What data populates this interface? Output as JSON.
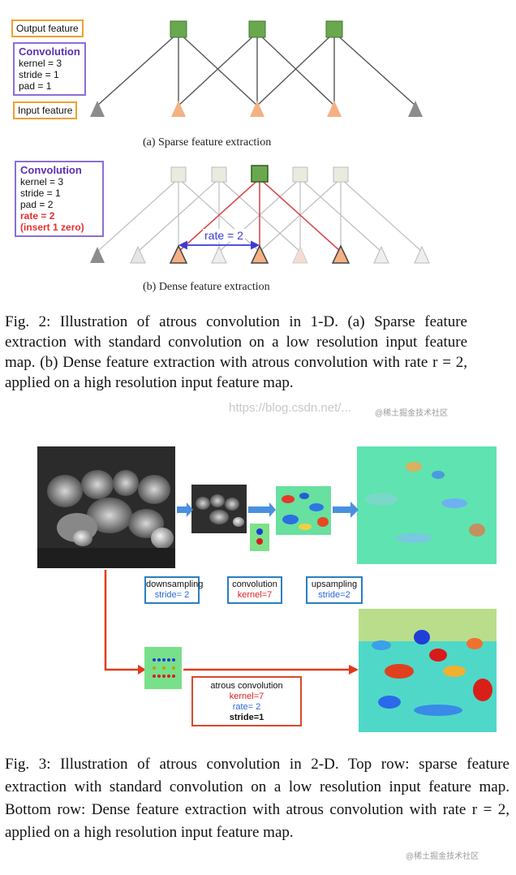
{
  "fig2": {
    "panel_a": {
      "output_label": "Output feature",
      "input_label": "Input feature",
      "conv_title": "Convolution",
      "conv_params": [
        "kernel = 3",
        "stride = 1",
        "pad = 1"
      ],
      "caption": "(a) Sparse feature extraction"
    },
    "panel_b": {
      "conv_title": "Convolution",
      "conv_params": [
        "kernel = 3",
        "stride = 1",
        "pad = 2"
      ],
      "rate_line": "rate = 2",
      "insert_line": "(insert 1 zero)",
      "rate_label": "rate = 2",
      "caption": "(b) Dense feature extraction"
    },
    "caption": "Fig. 2: Illustration of atrous convolution in 1-D. (a) Sparse feature extraction with standard convolution on a low resolution input feature map. (b) Dense feature extraction with atrous convolution with rate r = 2, applied on a high resolution input feature map.",
    "watermark_url": "https://blog.csdn.net/...",
    "watermark_tag": "@稀土掘金技术社区"
  },
  "fig3": {
    "downsampling": {
      "title": "downsampling",
      "param": "stride= 2"
    },
    "convolution": {
      "title": "convolution",
      "param": "kernel=7"
    },
    "upsampling": {
      "title": "upsampling",
      "param": "stride=2"
    },
    "atrous": {
      "title": "atrous convolution",
      "kernel": "kernel=7",
      "rate": "rate= 2",
      "stride": "stride=1"
    },
    "caption": "Fig. 3: Illustration of atrous convolution in 2-D. Top row: sparse feature extraction with standard convolution on a low resolution input feature map. Bottom row: Dense feature extraction with atrous convolution with rate r = 2, applied on a high resolution input feature map.",
    "watermark_tag": "@稀土掘金技术社区"
  },
  "colors": {
    "output_node": "#6aa84f",
    "input_node_active": "#f4b183",
    "input_node_inactive": "#8c8c8c",
    "rate_arrow": "#3a3ad6",
    "red_path": "#d94a4a",
    "arrow_blue": "#4a8fe0",
    "arrow_red": "#e03a1a"
  }
}
